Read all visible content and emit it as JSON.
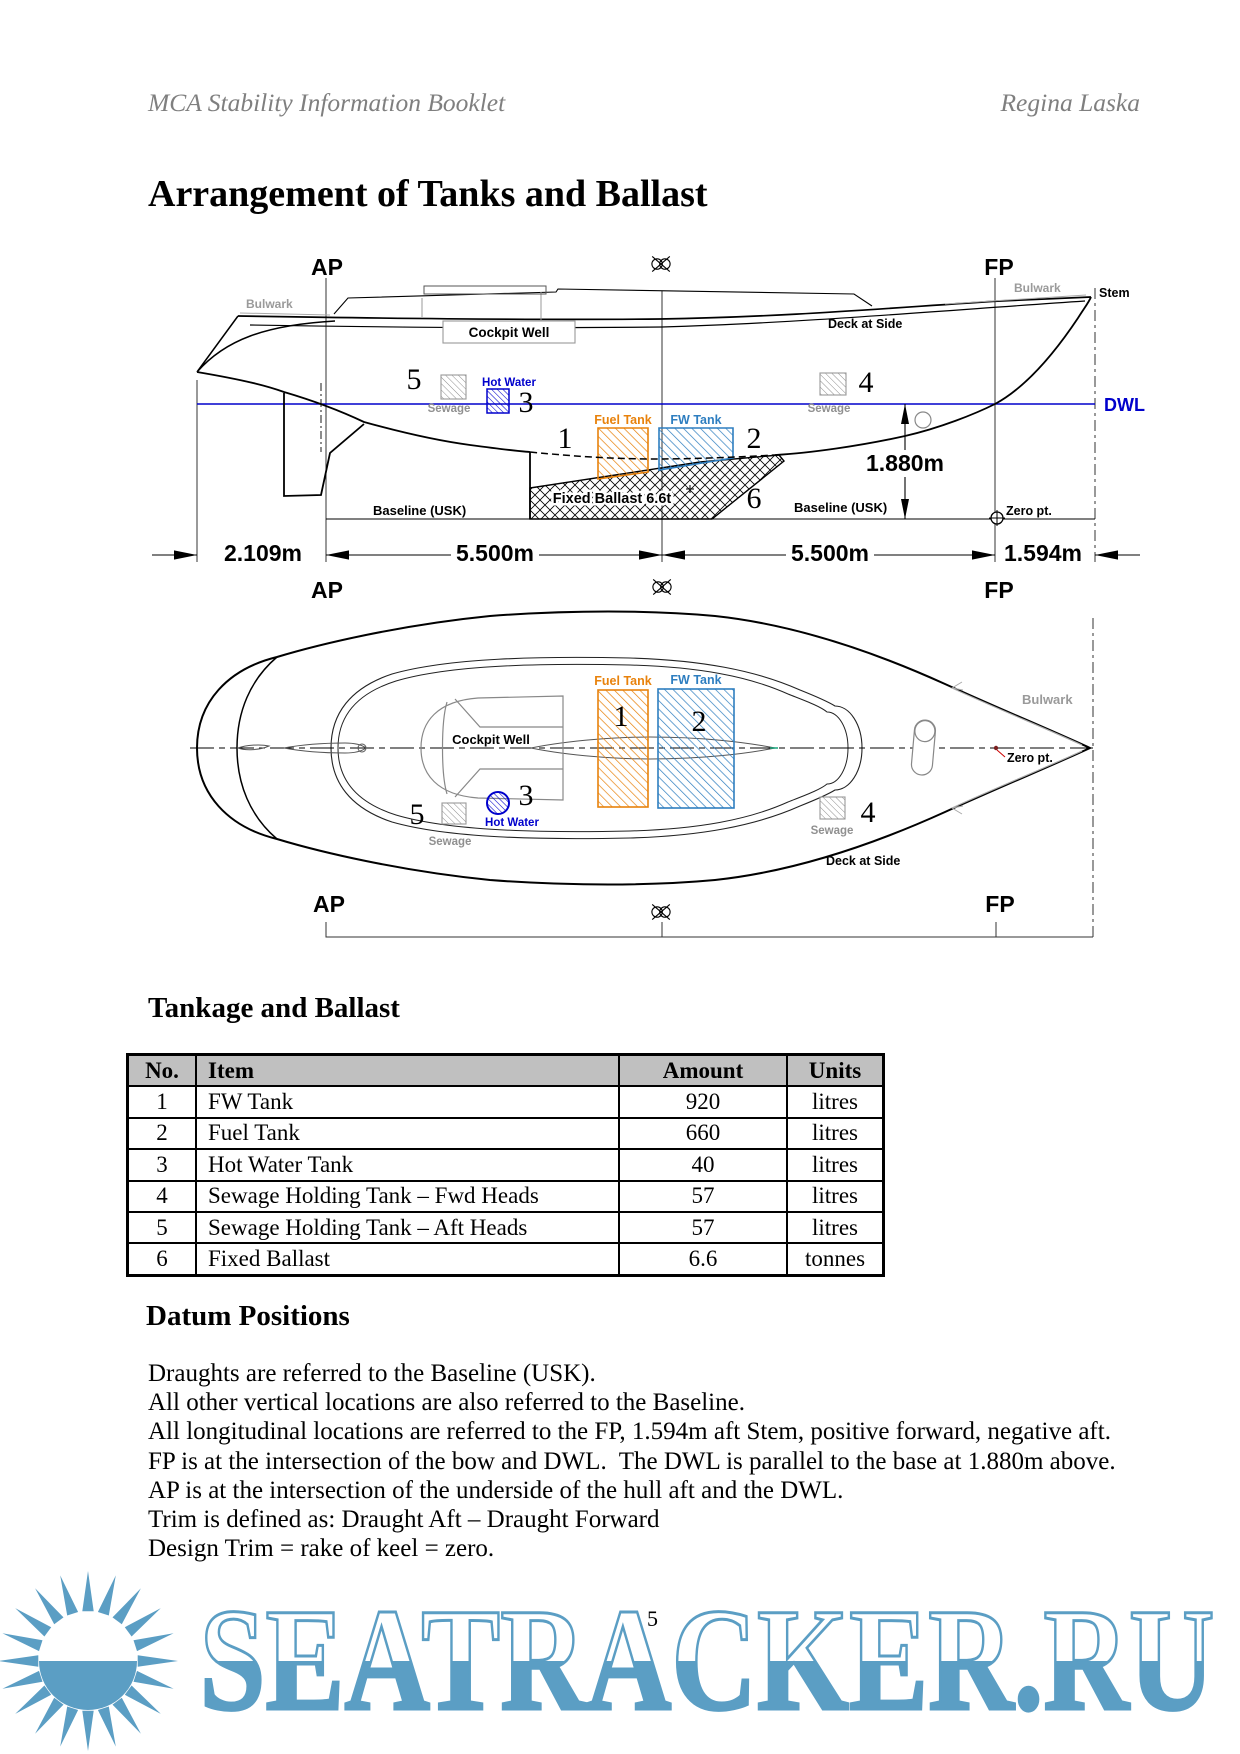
{
  "page": {
    "header_left": "MCA Stability Information Booklet",
    "header_right": "Regina Laska",
    "title": "Arrangement of Tanks and Ballast",
    "page_number": "5"
  },
  "diagram": {
    "labels": {
      "ap": "AP",
      "fp": "FP",
      "bulwark": "Bulwark",
      "stem": "Stem",
      "cockpit_well": "Cockpit Well",
      "deck_at_side": "Deck at Side",
      "dwl": "DWL",
      "hot_water": "Hot Water",
      "fuel_tank": "Fuel Tank",
      "fw_tank": "FW Tank",
      "sewage": "Sewage",
      "fixed_ballast": "Fixed Ballast 6.6t",
      "baseline_usk": "Baseline (USK)",
      "zero_pt": "Zero pt.",
      "dim_draught": "1.880m",
      "dim_aft": "2.109m",
      "dim_mid_aft": "5.500m",
      "dim_mid_fwd": "5.500m",
      "dim_fwd": "1.594m"
    },
    "numbers": {
      "n1": "1",
      "n2": "2",
      "n3": "3",
      "n4": "4",
      "n5": "5",
      "n6": "6"
    }
  },
  "table": {
    "title": "Tankage and Ballast",
    "headers": [
      "No.",
      "Item",
      "Amount",
      "Units"
    ],
    "rows": [
      {
        "no": "1",
        "item": "FW Tank",
        "amount": "920",
        "units": "litres"
      },
      {
        "no": "2",
        "item": "Fuel Tank",
        "amount": "660",
        "units": "litres"
      },
      {
        "no": "3",
        "item": "Hot Water Tank",
        "amount": "40",
        "units": "litres"
      },
      {
        "no": "4",
        "item": "Sewage Holding Tank – Fwd Heads",
        "amount": "57",
        "units": "litres"
      },
      {
        "no": "5",
        "item": "Sewage Holding Tank – Aft Heads",
        "amount": "57",
        "units": "litres"
      },
      {
        "no": "6",
        "item": "Fixed Ballast",
        "amount": "6.6",
        "units": "tonnes"
      }
    ]
  },
  "datum": {
    "title": "Datum Positions",
    "lines": [
      "Draughts are referred to the Baseline (USK).",
      "All other vertical locations are also referred to the Baseline.",
      "All longitudinal locations are referred to the FP, 1.594m aft Stem, positive forward, negative aft.",
      "FP is at the intersection of the bow and DWL.  The DWL is parallel to the base at 1.880m above.",
      "AP is at the intersection of the underside of the hull aft and the DWL.",
      "Trim is defined as: Draught Aft – Draught Forward",
      "Design Trim = rake of keel = zero."
    ]
  },
  "watermark": {
    "text": "SEATRACKER.RU"
  },
  "colors": {
    "accent_blue": "#0000cc",
    "tank_blue": "#2e7ec0",
    "tank_orange": "#e8820c",
    "label_gray": "#909090",
    "table_header_bg": "#c0c0c0",
    "watermark_blue": "#5b9ec4"
  }
}
